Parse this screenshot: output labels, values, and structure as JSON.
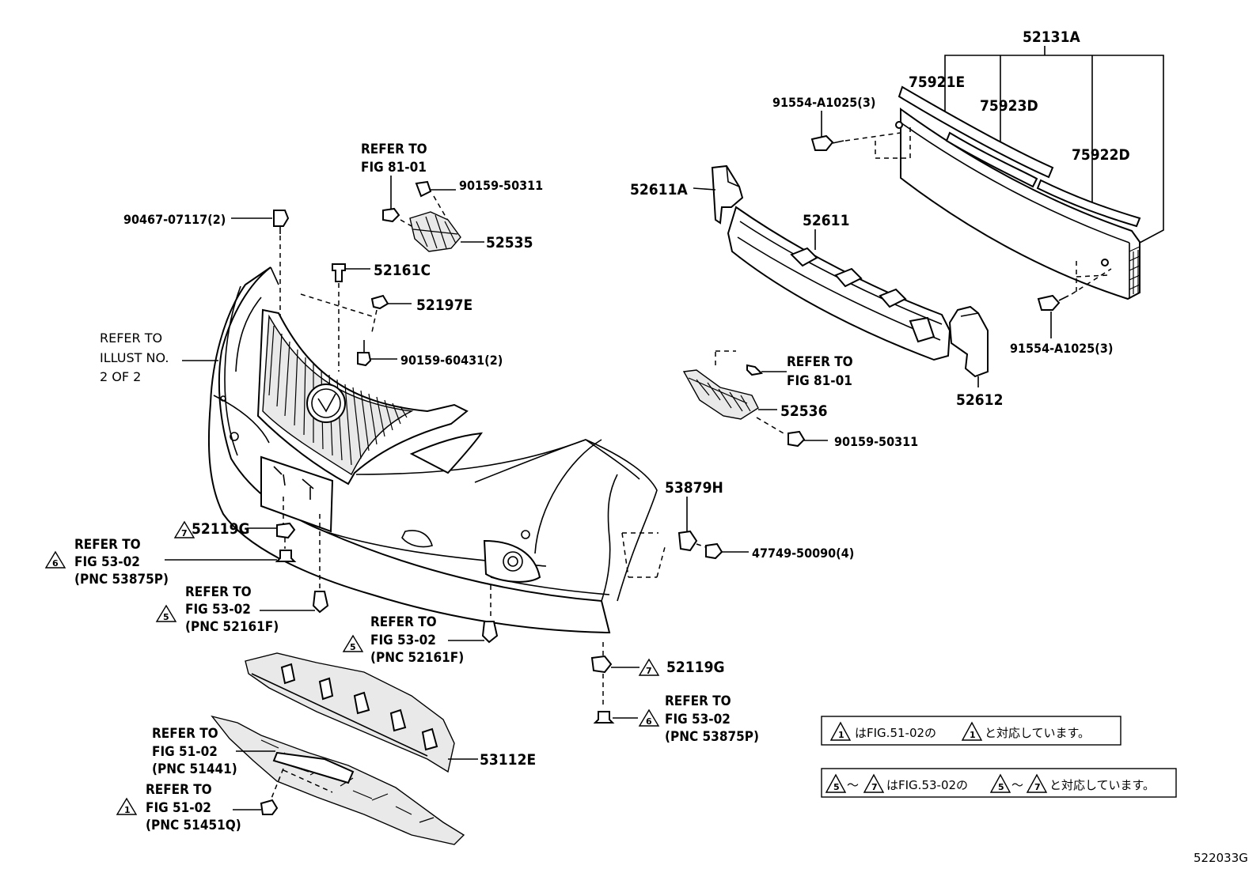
{
  "labels": {
    "p52131A": "52131A",
    "p75921E": "75921E",
    "p75923D": "75923D",
    "p75922D": "75922D",
    "p91554_top": "91554-A1025(3)",
    "p91554_bot": "91554-A1025(3)",
    "p52611A": "52611A",
    "p52611": "52611",
    "p52612": "52612",
    "p52536": "52536",
    "p90159_50311_r": "90159-50311",
    "ref_81_01_r_1": "REFER TO",
    "ref_81_01_r_2": "FIG 81-01",
    "ref_81_01_top_1": "REFER TO",
    "ref_81_01_top_2": "FIG 81-01",
    "p90159_50311_top": "90159-50311",
    "p90467": "90467-07117(2)",
    "p52535": "52535",
    "p52161C": "52161C",
    "p52197E": "52197E",
    "p90159_60431": "90159-60431(2)",
    "illust_1": "REFER TO",
    "illust_2": "ILLUST NO.",
    "illust_3": "2 OF 2",
    "p52119G_l": "52119G",
    "p52119G_r": "52119G",
    "p53879H": "53879H",
    "p47749": "47749-50090(4)",
    "ref6_l_1": "REFER TO",
    "ref6_l_2": "FIG 53-02",
    "ref6_l_3": "(PNC 53875P)",
    "ref5_l_1": "REFER TO",
    "ref5_l_2": "FIG 53-02",
    "ref5_l_3": "(PNC 52161F)",
    "ref5_m_1": "REFER TO",
    "ref5_m_2": "FIG 53-02",
    "ref5_m_3": "(PNC 52161F)",
    "ref6_r_1": "REFER TO",
    "ref6_r_2": "FIG 53-02",
    "ref6_r_3": "(PNC 53875P)",
    "ref_51441_1": "REFER TO",
    "ref_51441_2": "FIG 51-02",
    "ref_51441_3": "(PNC 51441)",
    "ref1_1": "REFER TO",
    "ref1_2": "FIG 51-02",
    "ref1_3": "(PNC 51451Q)",
    "p53112E": "53112E"
  },
  "marks": {
    "m1": "1",
    "m5": "5",
    "m6": "6",
    "m7": "7"
  },
  "notes": {
    "note1_a": "はFIG.51-02の",
    "note1_b": "と対応しています。",
    "note2_a": "～",
    "note2_b": "はFIG.53-02の",
    "note2_c": "～",
    "note2_d": "と対応しています。"
  },
  "figure_id": "522033G"
}
